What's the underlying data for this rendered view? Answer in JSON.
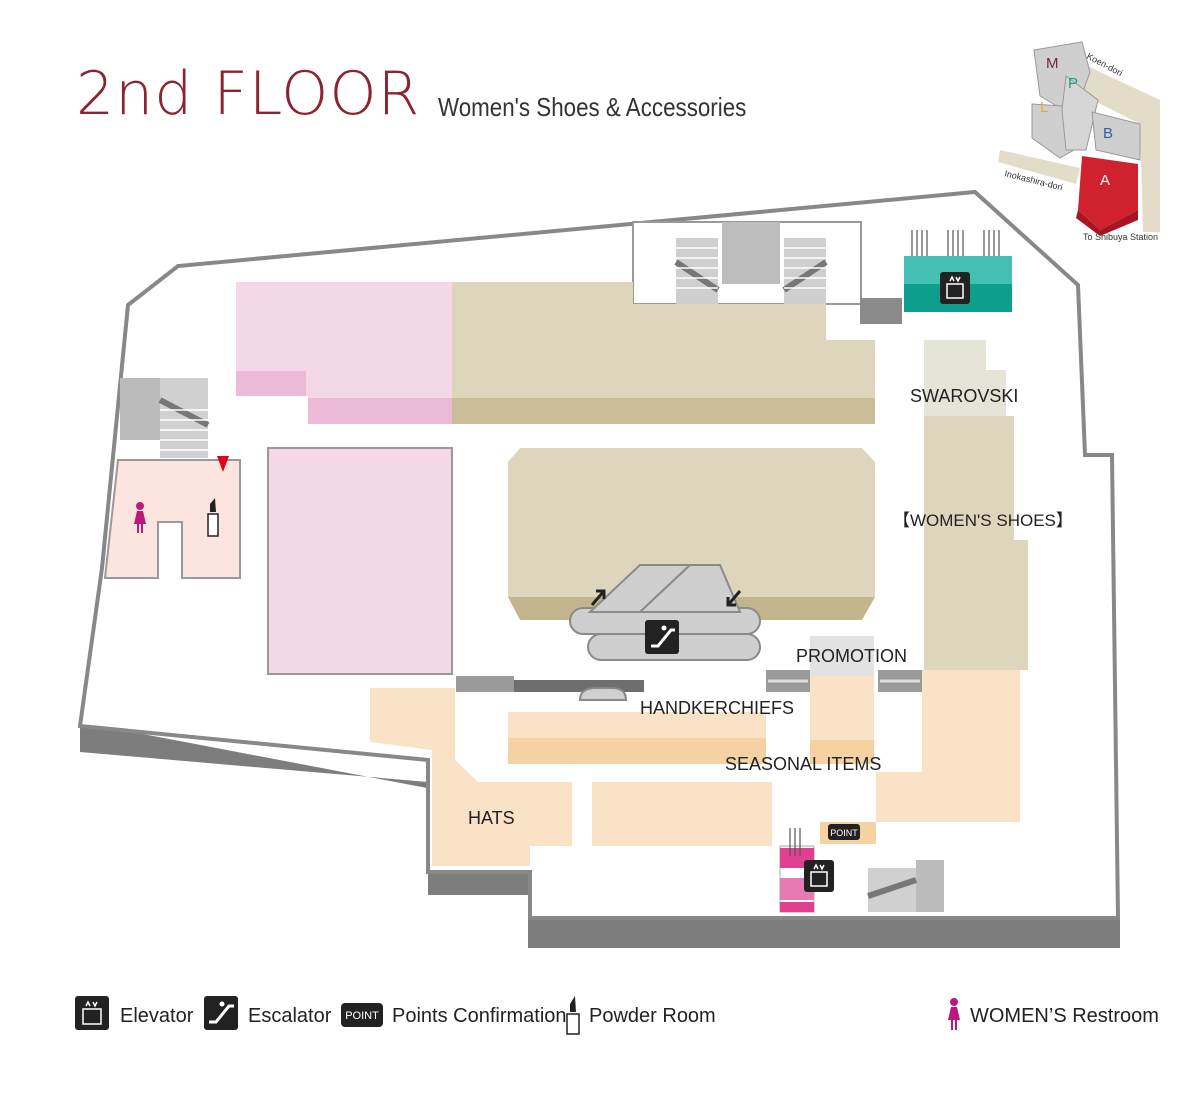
{
  "header": {
    "title": "2nd FLOOR",
    "subtitle": "Women's Shoes & Accessories"
  },
  "map": {
    "labels": {
      "swarovski": "SWAROVSKI",
      "womens_shoes": "【WOMEN'S SHOES】",
      "promotion": "PROMOTION",
      "handkerchiefs": "HANDKERCHIEFS",
      "seasonal_items": "SEASONAL ITEMS",
      "hats": "HATS",
      "point_badge": "POINT"
    }
  },
  "locator": {
    "buildings": [
      "M",
      "P",
      "L",
      "B",
      "A"
    ],
    "streets": [
      "Koen-dori",
      "Inokashira-dori"
    ],
    "station": "To Shibuya Station",
    "colors": {
      "M": "#6b2a44",
      "P": "#1aa38a",
      "L": "#e2b02c",
      "B": "#2d5fa8",
      "A": "#d0222e"
    }
  },
  "legend": {
    "elevator": "Elevator",
    "escalator": "Escalator",
    "point_badge": "POINT",
    "points": "Points Confirmation",
    "powder_room": "Powder Room",
    "restroom": "WOMEN’S Restroom"
  },
  "colors": {
    "accent_title": "#8b2330",
    "pink_zone": "#f5d8e8",
    "beige_zone": "#ded5bd",
    "peach_zone": "#f9e2c6",
    "teal_elevator": "#1aa39a",
    "magenta_elevator": "#e0408f",
    "restroom_icon": "#c0177a"
  }
}
